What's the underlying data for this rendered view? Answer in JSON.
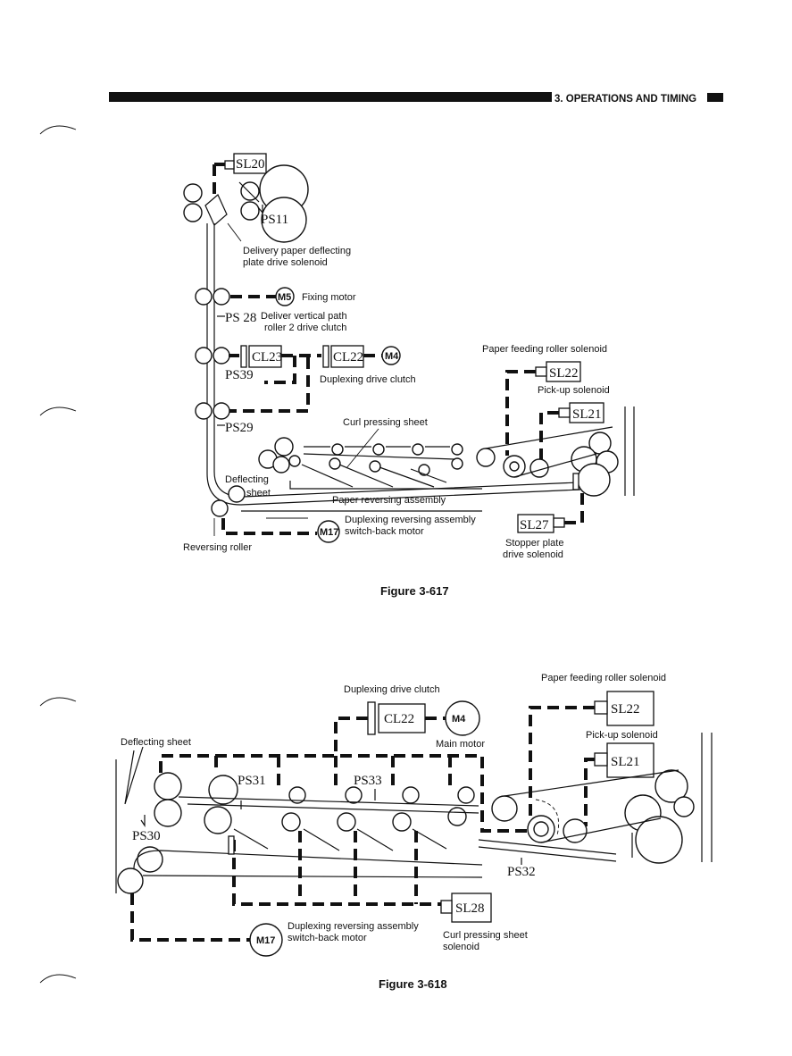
{
  "header": {
    "title": "3. OPERATIONS AND TIMING"
  },
  "figure1": {
    "caption": "Figure 3-617",
    "labels": {
      "sl20": "SL20",
      "ps11": "PS11",
      "delivery_plate_1": "Delivery paper deflecting",
      "delivery_plate_2": "plate drive solenoid",
      "m5": "M5",
      "fixing_motor": "Fixing motor",
      "ps28": "PS 28",
      "deliver_clutch_1": "Deliver vertical path",
      "deliver_clutch_2": "roller 2 drive clutch",
      "cl23": "CL23",
      "cl22": "CL22",
      "m4": "M4",
      "ps39": "PS39",
      "duplexing_clutch": "Duplexing drive clutch",
      "paper_feeding_solenoid": "Paper feeding roller solenoid",
      "sl22": "SL22",
      "pickup_solenoid": "Pick-up solenoid",
      "sl21": "SL21",
      "ps29": "PS29",
      "curl_sheet": "Curl pressing sheet",
      "deflecting": "Deflecting",
      "sheet": "sheet",
      "paper_reversing": "Paper reversing assembly",
      "dup_rev_1": "Duplexing reversing assembly",
      "dup_rev_2": "switch-back motor",
      "m17": "M17",
      "sl27": "SL27",
      "stopper_1": "Stopper plate",
      "stopper_2": "drive solenoid",
      "reversing_roller": "Reversing roller"
    }
  },
  "figure2": {
    "caption": "Figure 3-618",
    "labels": {
      "duplexing_clutch": "Duplexing drive clutch",
      "cl22": "CL22",
      "m4": "M4",
      "main_motor": "Main motor",
      "paper_feeding_solenoid": "Paper feeding roller solenoid",
      "sl22": "SL22",
      "pickup_solenoid": "Pick-up solenoid",
      "sl21": "SL21",
      "deflecting_sheet": "Deflecting sheet",
      "ps31": "PS31",
      "ps33": "PS33",
      "ps30": "PS30",
      "ps32": "PS32",
      "sl28": "SL28",
      "dup_rev_1": "Duplexing reversing assembly",
      "dup_rev_2": "switch-back motor",
      "m17": "M17",
      "curl_sol_1": "Curl pressing sheet",
      "curl_sol_2": "solenoid"
    }
  }
}
